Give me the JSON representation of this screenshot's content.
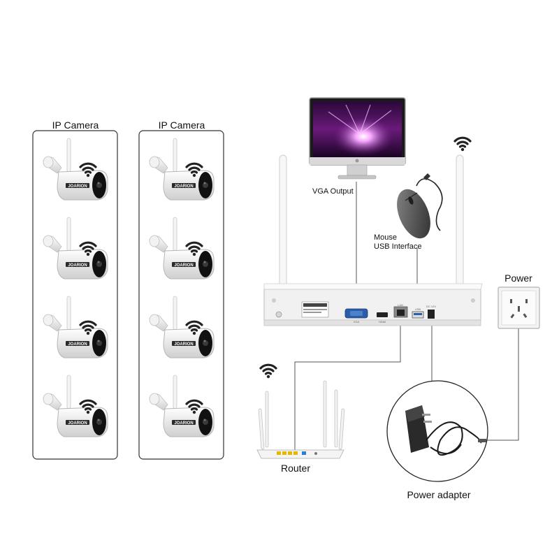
{
  "groups": [
    {
      "title": "IP Camera",
      "camera_count": 4
    },
    {
      "title": "IP Camera",
      "camera_count": 4
    }
  ],
  "camera": {
    "brand": "JOARION"
  },
  "monitor": {
    "label": "VGA Output"
  },
  "mouse": {
    "label_line1": "Mouse",
    "label_line2": "USB Interface"
  },
  "router": {
    "label": "Router"
  },
  "power": {
    "label": "Power"
  },
  "adapter": {
    "label": "Power adapter"
  },
  "nvr": {
    "port_vga": "VGA",
    "port_hdmi": "HDMI",
    "port_lan": "LAN",
    "port_usb": "USB",
    "port_dc": "DC 12V"
  },
  "colors": {
    "line": "#555555",
    "device": "#eeeeee",
    "device_edge": "#b8b8b8",
    "wifi": "#222222",
    "lens": "#111111"
  },
  "icons": [
    "wifi-icon",
    "camera-icon",
    "monitor-icon",
    "mouse-icon",
    "router-icon",
    "power-outlet-icon",
    "power-adapter-icon",
    "nvr-icon"
  ]
}
